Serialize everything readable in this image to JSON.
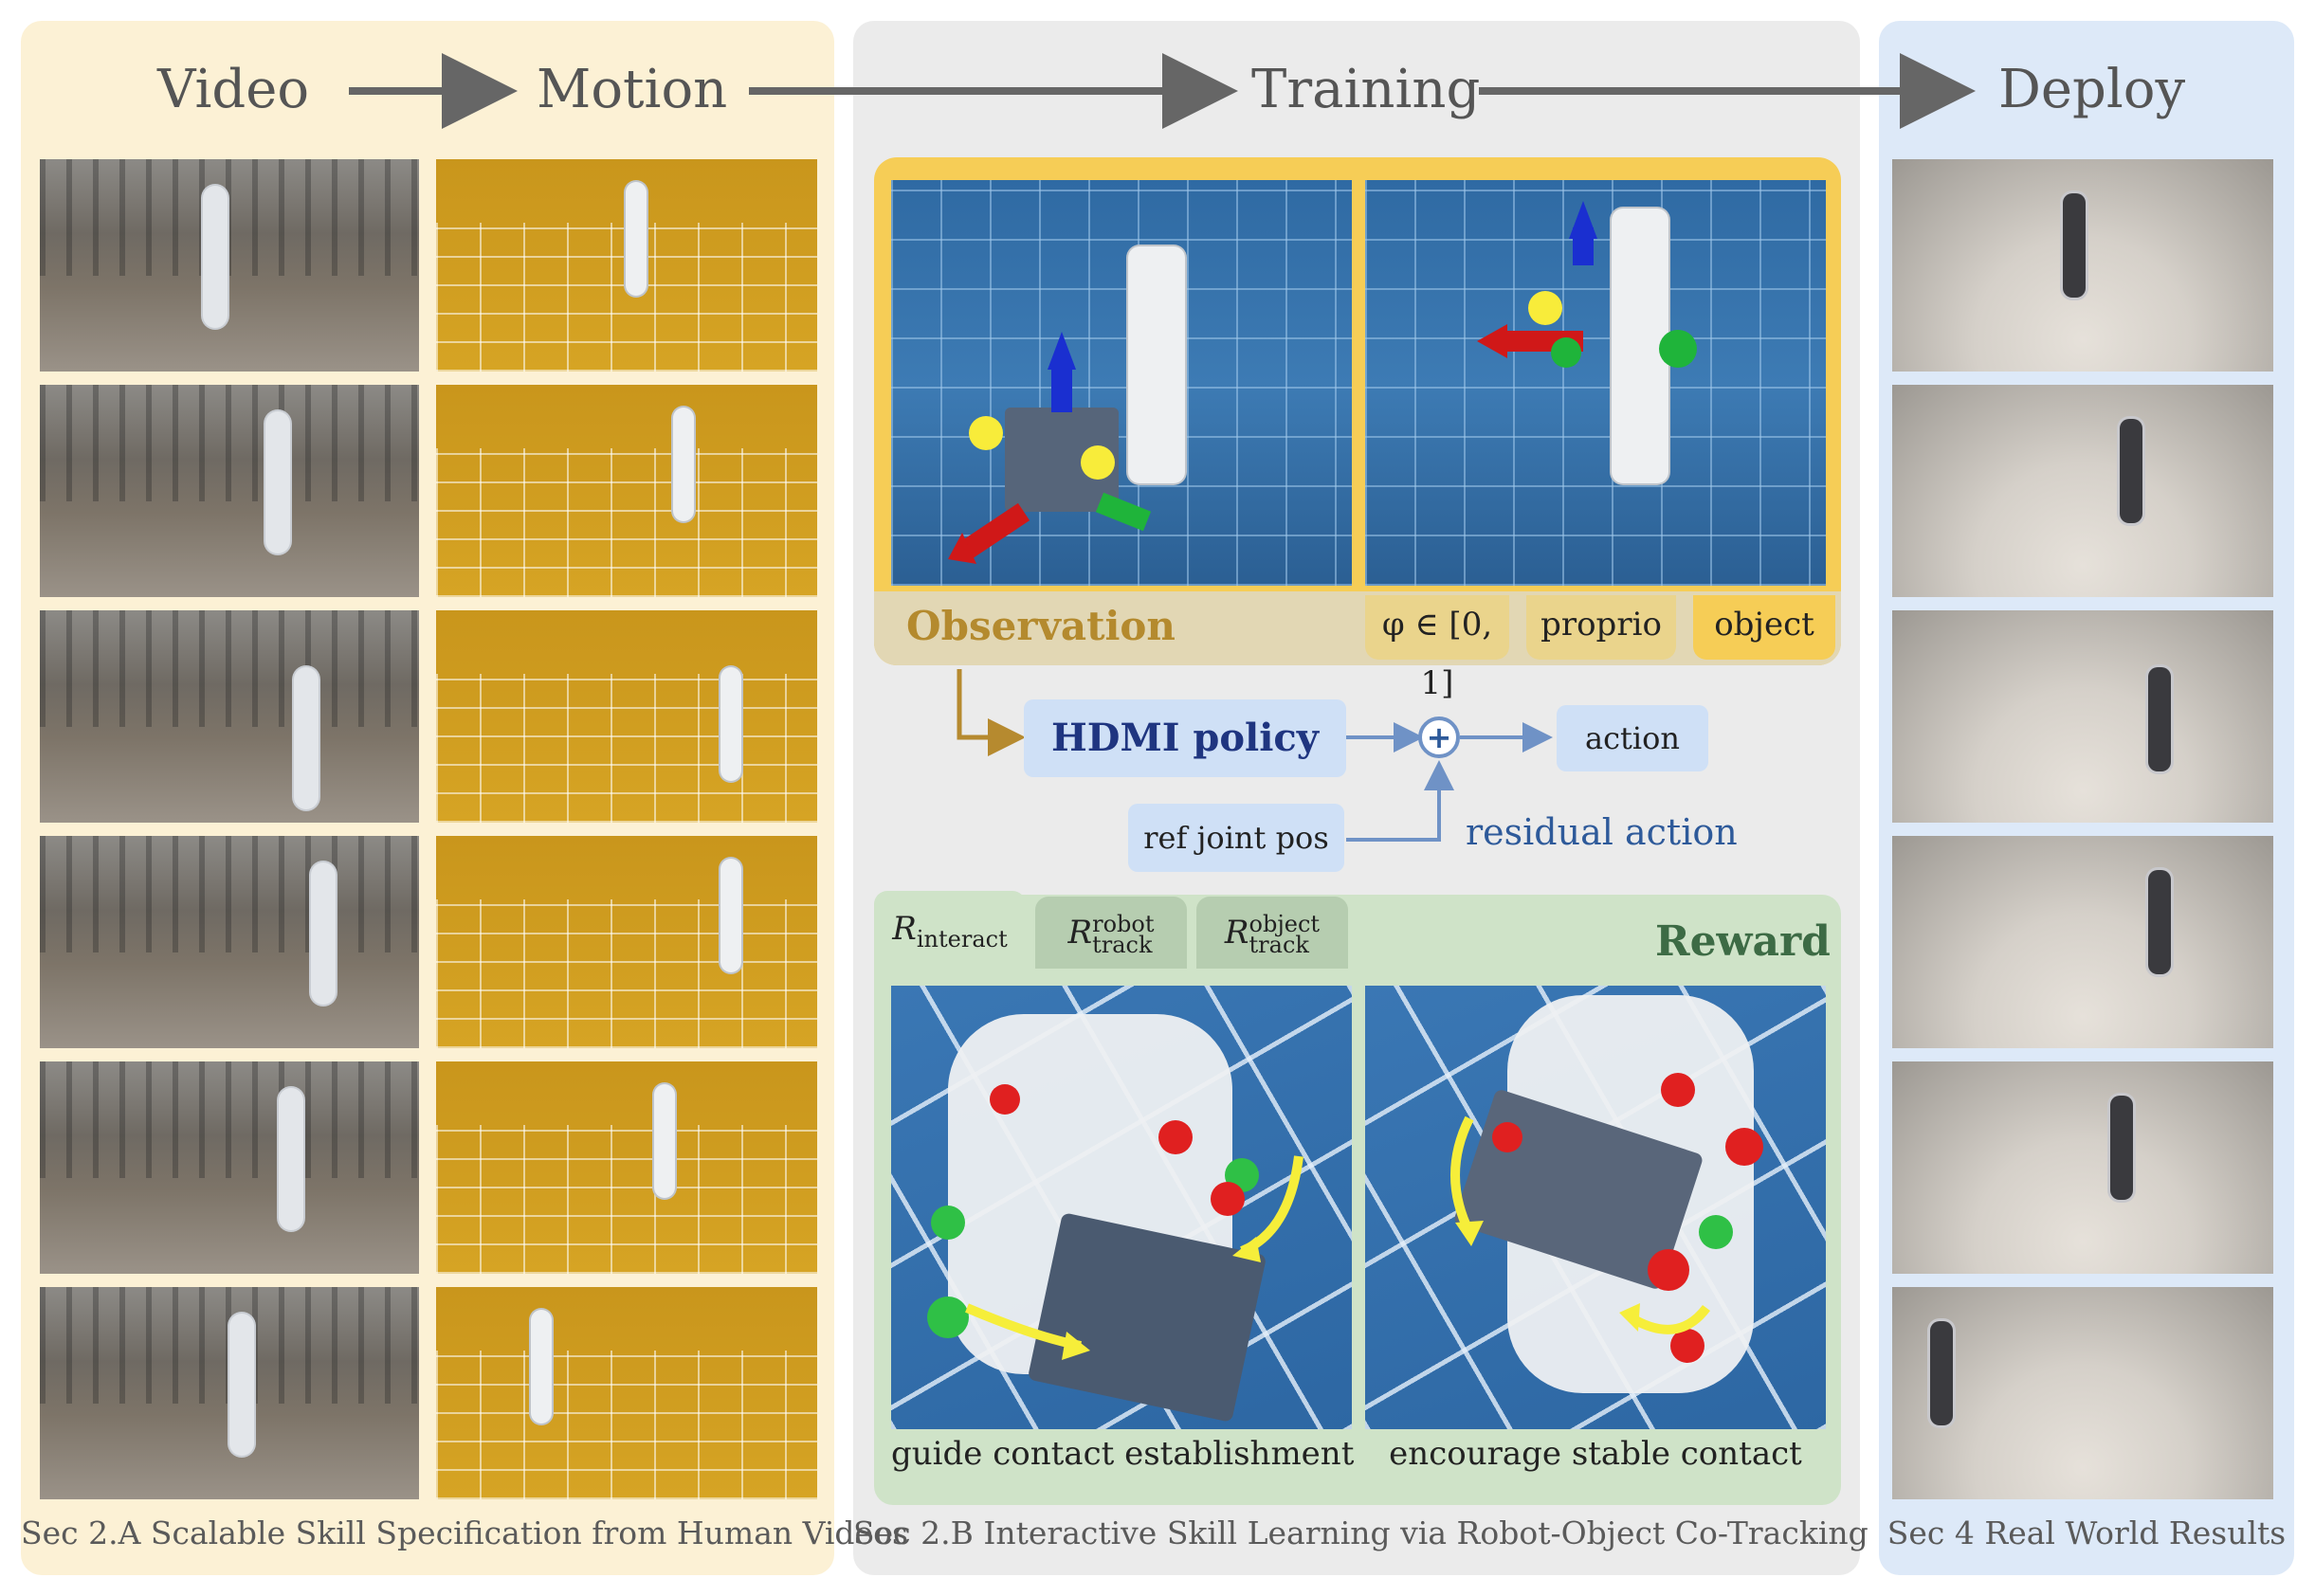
{
  "headers": {
    "video": "Video",
    "motion": "Motion",
    "training": "Training",
    "deploy": "Deploy"
  },
  "captions": {
    "left": "Sec 2.A Scalable Skill Specification from Human Videos",
    "middle": "Sec 2.B Interactive Skill Learning via Robot-Object Co-Tracking",
    "right": "Sec 4 Real World Results"
  },
  "observation": {
    "label": "Observation",
    "tabs": [
      "φ ∈ [0, 1]",
      "proprio",
      "object"
    ]
  },
  "policy": {
    "policy_label": "HDMI policy",
    "action_label": "action",
    "ref_label": "ref joint pos",
    "residual_label": "residual action",
    "plus_symbol": "+"
  },
  "reward": {
    "title": "Reward",
    "tabs": [
      {
        "base": "R",
        "sub": "interact",
        "sup": ""
      },
      {
        "base": "R",
        "sub": "track",
        "sup": "robot"
      },
      {
        "base": "R",
        "sub": "track",
        "sup": "object"
      }
    ],
    "left_caption": "guide contact establishment",
    "right_caption": "encourage stable contact"
  },
  "colors": {
    "panel_left": "#fcf1d5",
    "panel_mid": "#ebebeb",
    "panel_right": "#dde9f8",
    "observation_frame": "#f6cd56",
    "observation_text": "#b48a2e",
    "policy_text": "#1f3580",
    "residual_text": "#2e5a9a",
    "reward_bg": "#cfe3c8",
    "reward_text": "#3d6b45",
    "arrow_gray": "#666666",
    "arrow_gold": "#b68a2f",
    "arrow_blue": "#6f92c6"
  }
}
